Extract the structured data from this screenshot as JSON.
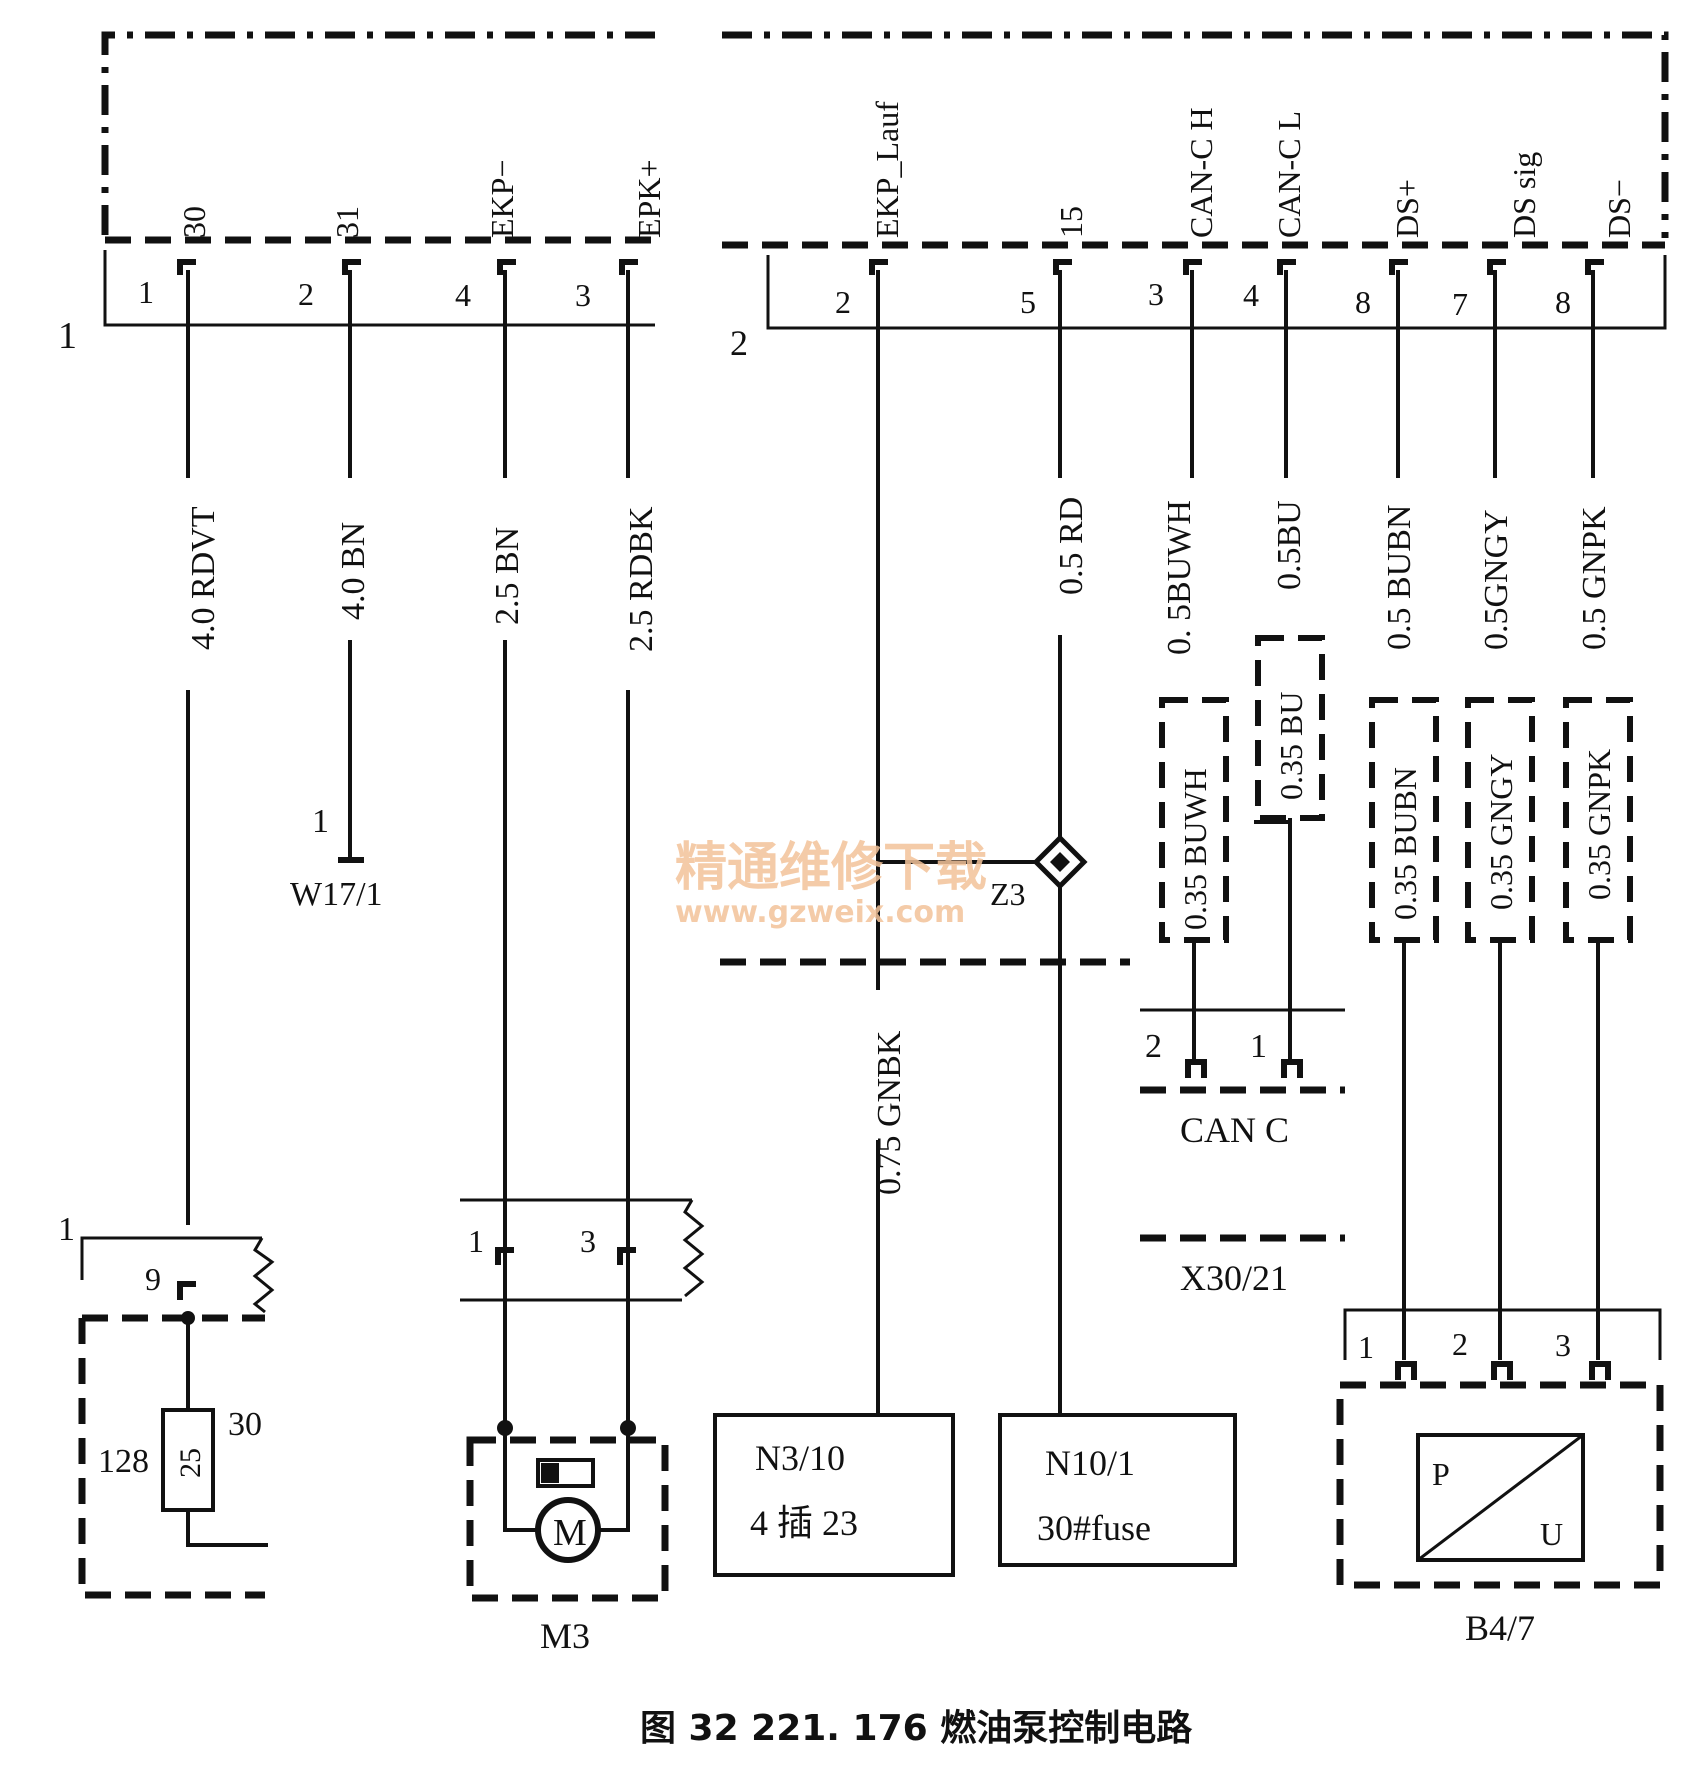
{
  "connector1": {
    "id": "1",
    "pins": [
      {
        "num": "1",
        "sig": "30",
        "wire": "4.0 RDVT"
      },
      {
        "num": "2",
        "sig": "31",
        "wire": "4.0 BN"
      },
      {
        "num": "4",
        "sig": "EKP−",
        "wire": "2.5 BN"
      },
      {
        "num": "3",
        "sig": "EPK+",
        "wire": "2.5 RDBK"
      }
    ]
  },
  "connector2": {
    "id": "2",
    "pins": [
      {
        "num": "2",
        "sig": "EKP_Lauf",
        "wire": "0.75 GNBK"
      },
      {
        "num": "5",
        "sig": "15",
        "wire": "0.5 RD"
      },
      {
        "num": "3",
        "sig": "CAN-C H",
        "wire": "0. 5BUWH"
      },
      {
        "num": "4",
        "sig": "CAN-C L",
        "wire": "0.5BU"
      },
      {
        "num": "8",
        "sig": "DS+",
        "wire": "0.5 BUBN"
      },
      {
        "num": "7",
        "sig": "DS sig",
        "wire": "0.5GNGY"
      },
      {
        "num": "8",
        "sig": "DS−",
        "wire": "0.5 GNPK"
      }
    ]
  },
  "ground": {
    "pin": "1",
    "label": "W17/1"
  },
  "splice": {
    "label": "Z3"
  },
  "secondary_wires": [
    "0.35 BUWH",
    "0.35 BU",
    "0.35 BUBN",
    "0.35 GNGY",
    "0.35 GNPK"
  ],
  "can_connector": {
    "label": "CAN C",
    "pins": [
      "2",
      "1"
    ]
  },
  "x30": {
    "label": "X30/21"
  },
  "fuse_block": {
    "conn_label": "1",
    "pin": "9",
    "fuse_value": "25",
    "left_label": "128",
    "right_label": "30"
  },
  "pump": {
    "pins": [
      "1",
      "3"
    ],
    "motor_letter": "M",
    "label": "M3"
  },
  "n3_10": {
    "line1": "N3/10",
    "line2": "4 插 23"
  },
  "n10_1": {
    "line1": "N10/1",
    "line2": "30#fuse"
  },
  "sensor": {
    "pins": [
      "1",
      "2",
      "3"
    ],
    "p": "P",
    "u": "U",
    "label": "B4/7"
  },
  "watermark": {
    "cn": "精通维修下载",
    "url": "www.gzweix.com"
  },
  "caption": "图 32    221. 176 燃油泵控制电路"
}
